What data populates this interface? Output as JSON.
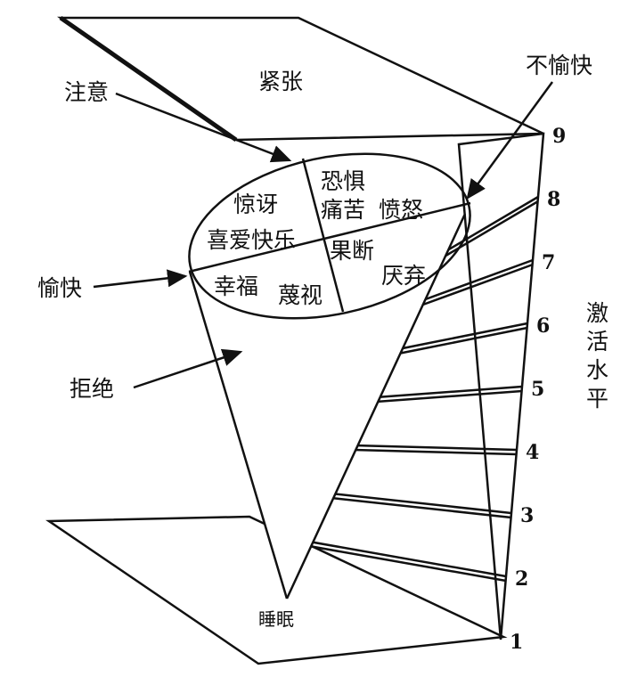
{
  "title": "情绪三维模型",
  "top_plane": "紧张",
  "labels": {
    "attention": "注意",
    "unpleasant": "不愉快",
    "pleasant": "愉快",
    "rejection": "拒绝",
    "sleep": "睡眠",
    "activation": [
      "激",
      "活",
      "水",
      "平"
    ]
  },
  "ellipse": {
    "surprise": "惊讶",
    "fear": "恐惧",
    "pain": "痛苦",
    "anger": "愤怒",
    "love_joy": "喜爱快乐",
    "determination": "果断",
    "disgust": "厌弃",
    "happiness": "幸福",
    "contempt": "蔑视"
  },
  "scale": [
    "1",
    "2",
    "3",
    "4",
    "5",
    "6",
    "7",
    "8",
    "9"
  ],
  "colors": {
    "ink": "#111111",
    "background": "#ffffff"
  }
}
